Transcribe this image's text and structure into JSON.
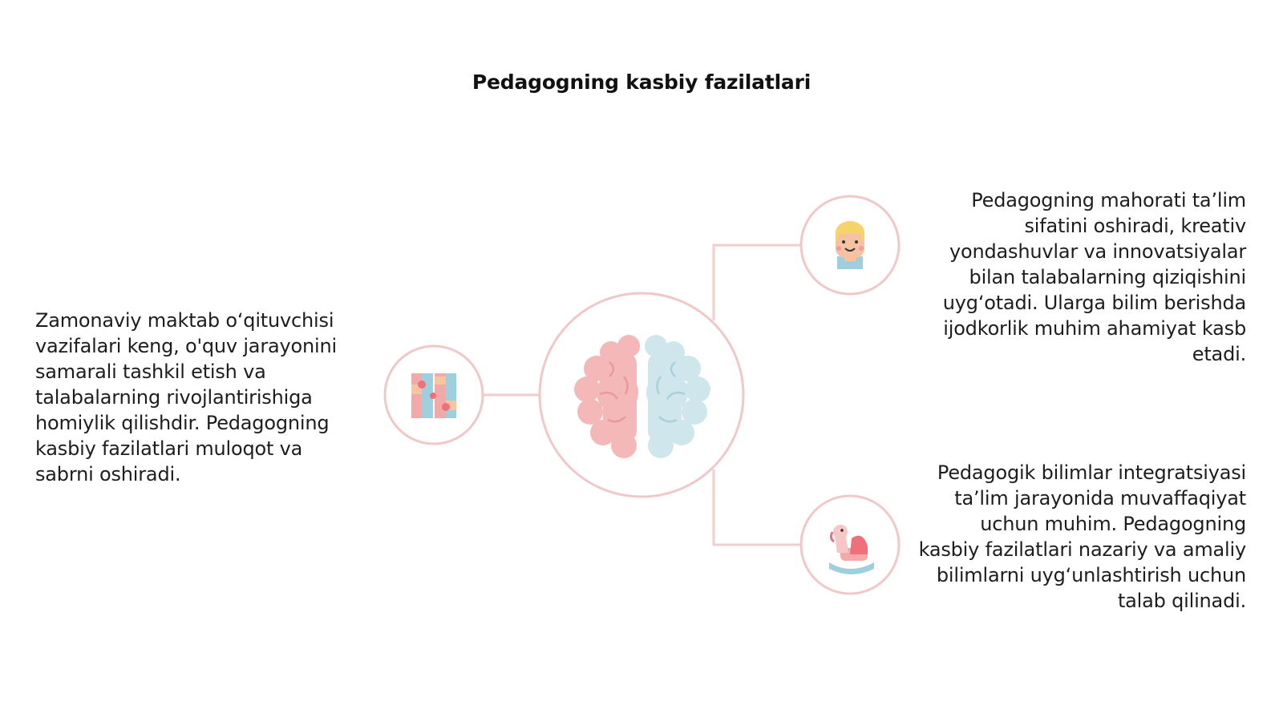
{
  "title": "Pedagogning kasbiy fazilatlari",
  "colors": {
    "line": "#f1cdcd",
    "circle_stroke": "#f0c8c8",
    "brain_left": "#f4b8b8",
    "brain_right": "#cfe6ec"
  },
  "icons": {
    "center": "brain-icon",
    "left": "puzzle-blocks-icon",
    "top_right": "child-face-icon",
    "bottom_right": "rocking-horse-icon"
  },
  "nodes": {
    "left": {
      "text": "Zamonaviy maktab o‘qituvchisi vazifalari keng, o'quv jarayonini samarali tashkil etish va talabalarning rivojlantirishiga homiylik qilishdir. Pedagogning kasbiy fazilatlari muloqot va sabrni oshiradi."
    },
    "top_right": {
      "text": "Pedagogning mahorati ta’lim sifatini oshiradi, kreativ yondashuvlar va innovatsiyalar bilan talabalarning qiziqishini uyg‘otadi. Ularga bilim berishda ijodkorlik muhim ahamiyat kasb etadi."
    },
    "bottom_right": {
      "text": "Pedagogik bilimlar integratsiyasi ta’lim jarayonida muvaffaqiyat uchun muhim. Pedagogning kasbiy fazilatlari nazariy va amaliy bilimlarni uyg‘unlashtirish uchun talab qilinadi."
    }
  }
}
